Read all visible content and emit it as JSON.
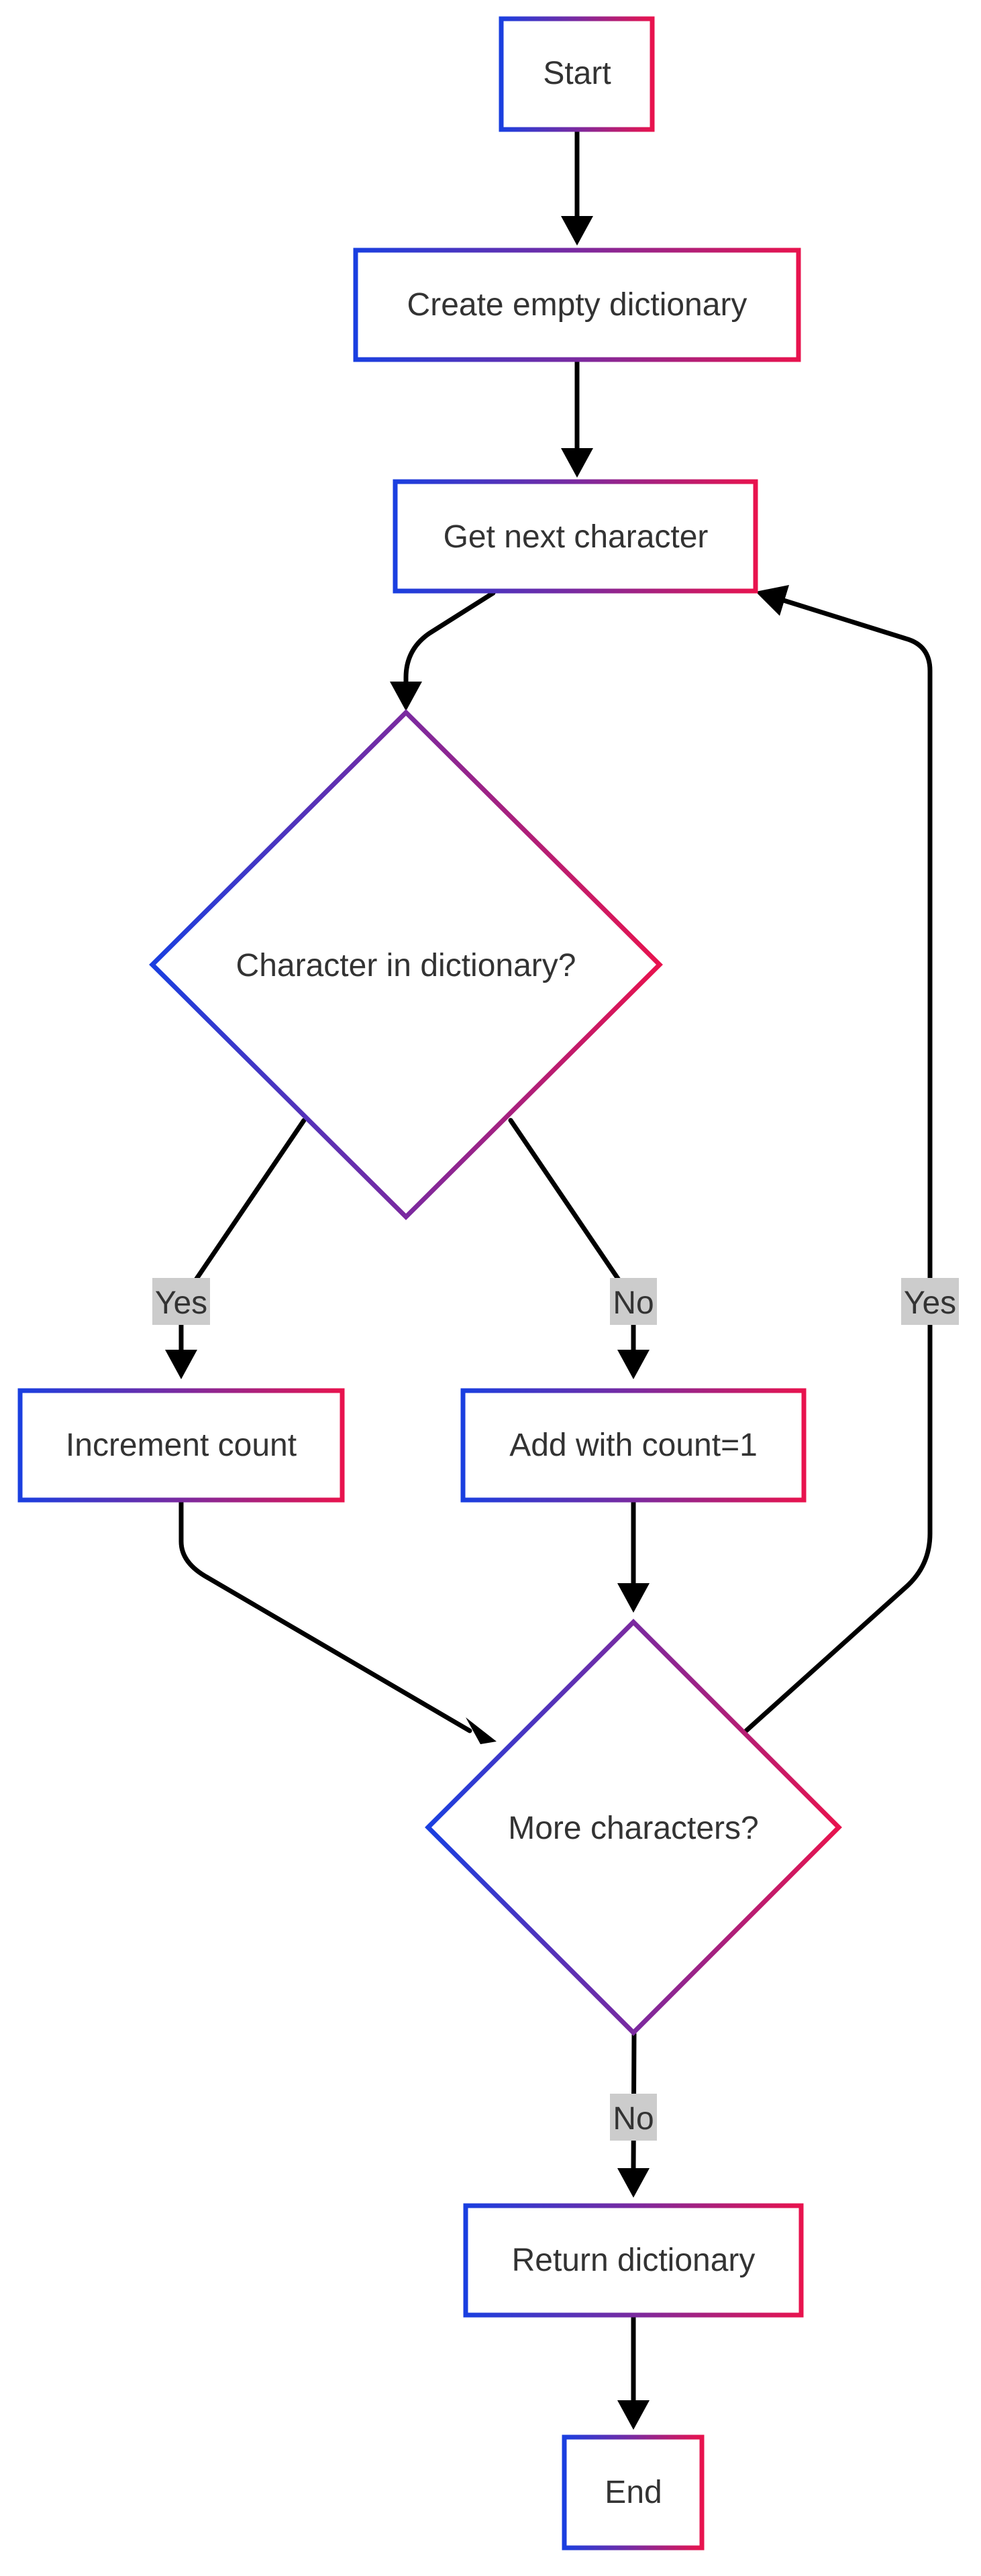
{
  "colors": {
    "border_start": "#1a3fe0",
    "border_mid": "#7a2aa0",
    "border_end": "#e8134e",
    "edge": "#000000",
    "label_bg": "#cccccc",
    "text": "#333333"
  },
  "nodes": {
    "start": {
      "label": "Start"
    },
    "create": {
      "label": "Create empty dictionary"
    },
    "getnext": {
      "label": "Get next character"
    },
    "decision1": {
      "label": "Character in dictionary?"
    },
    "increment": {
      "label": "Increment count"
    },
    "add": {
      "label": "Add with count=1"
    },
    "decision2": {
      "label": "More characters?"
    },
    "return": {
      "label": "Return dictionary"
    },
    "end": {
      "label": "End"
    }
  },
  "edges": {
    "yes1": {
      "label": "Yes"
    },
    "no1": {
      "label": "No"
    },
    "yes2": {
      "label": "Yes"
    },
    "no2": {
      "label": "No"
    }
  }
}
